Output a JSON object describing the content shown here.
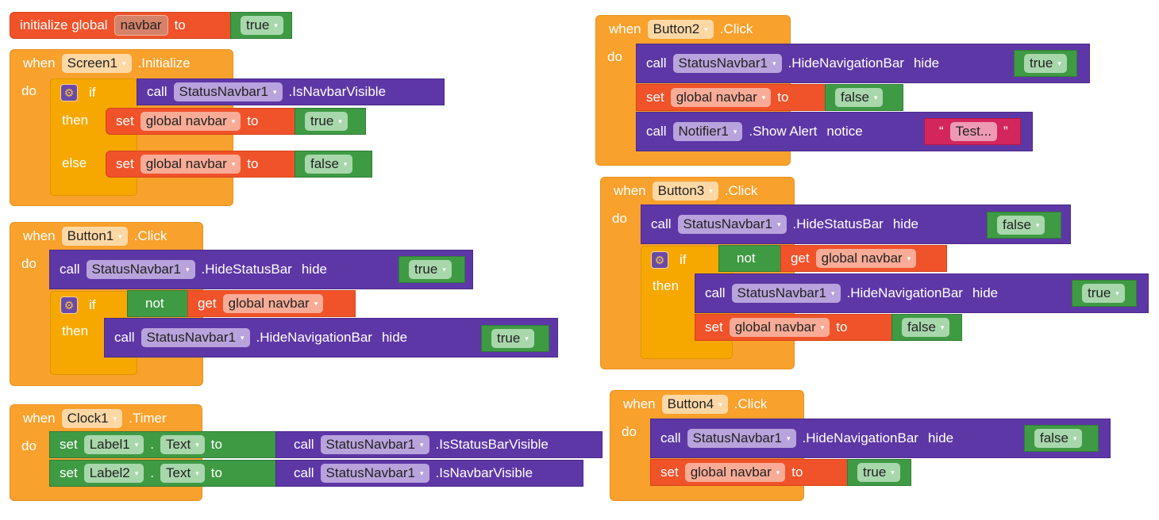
{
  "init": {
    "kw1": "initialize global",
    "name": "navbar",
    "kw2": "to",
    "value": "true"
  },
  "screen1": {
    "when": "when",
    "component": "Screen1",
    "event": ".Initialize",
    "do": "do",
    "if": "if",
    "then": "then",
    "else": "else",
    "cond": {
      "call": "call",
      "component": "StatusNavbar1",
      "method": ".IsNavbarVisible"
    },
    "then_set": {
      "set": "set",
      "var": "global navbar",
      "to": "to",
      "value": "true"
    },
    "else_set": {
      "set": "set",
      "var": "global navbar",
      "to": "to",
      "value": "false"
    }
  },
  "button1": {
    "when": "when",
    "component": "Button1",
    "event": ".Click",
    "do": "do",
    "call1": {
      "call": "call",
      "component": "StatusNavbar1",
      "method": ".HideStatusBar",
      "param": "hide",
      "value": "true"
    },
    "if": "if",
    "then": "then",
    "not": "not",
    "get": "get",
    "var": "global navbar",
    "call2": {
      "call": "call",
      "component": "StatusNavbar1",
      "method": ".HideNavigationBar",
      "param": "hide",
      "value": "true"
    }
  },
  "clock1": {
    "when": "when",
    "component": "Clock1",
    "event": ".Timer",
    "do": "do",
    "set1": {
      "set": "set",
      "component": "Label1",
      "dot": ".",
      "prop": "Text",
      "to": "to",
      "call": "call",
      "target": "StatusNavbar1",
      "method": ".IsStatusBarVisible"
    },
    "set2": {
      "set": "set",
      "component": "Label2",
      "dot": ".",
      "prop": "Text",
      "to": "to",
      "call": "call",
      "target": "StatusNavbar1",
      "method": ".IsNavbarVisible"
    }
  },
  "button2": {
    "when": "when",
    "component": "Button2",
    "event": ".Click",
    "do": "do",
    "call1": {
      "call": "call",
      "component": "StatusNavbar1",
      "method": ".HideNavigationBar",
      "param": "hide",
      "value": "true"
    },
    "set": {
      "set": "set",
      "var": "global navbar",
      "to": "to",
      "value": "false"
    },
    "call2": {
      "call": "call",
      "component": "Notifier1",
      "method": ".Show Alert",
      "param": "notice",
      "open_quote": "“",
      "text": "Test...",
      "close_quote": "”"
    }
  },
  "button3": {
    "when": "when",
    "component": "Button3",
    "event": ".Click",
    "do": "do",
    "call1": {
      "call": "call",
      "component": "StatusNavbar1",
      "method": ".HideStatusBar",
      "param": "hide",
      "value": "false"
    },
    "if": "if",
    "then": "then",
    "not": "not",
    "get": "get",
    "var": "global navbar",
    "call2": {
      "call": "call",
      "component": "StatusNavbar1",
      "method": ".HideNavigationBar",
      "param": "hide",
      "value": "true"
    },
    "set": {
      "set": "set",
      "var": "global navbar",
      "to": "to",
      "value": "false"
    }
  },
  "button4": {
    "when": "when",
    "component": "Button4",
    "event": ".Click",
    "do": "do",
    "call1": {
      "call": "call",
      "component": "StatusNavbar1",
      "method": ".HideNavigationBar",
      "param": "hide",
      "value": "false"
    },
    "set": {
      "set": "set",
      "var": "global navbar",
      "to": "to",
      "value": "true"
    }
  },
  "icons": {
    "dropdown": "▾",
    "gear": "⚙"
  }
}
